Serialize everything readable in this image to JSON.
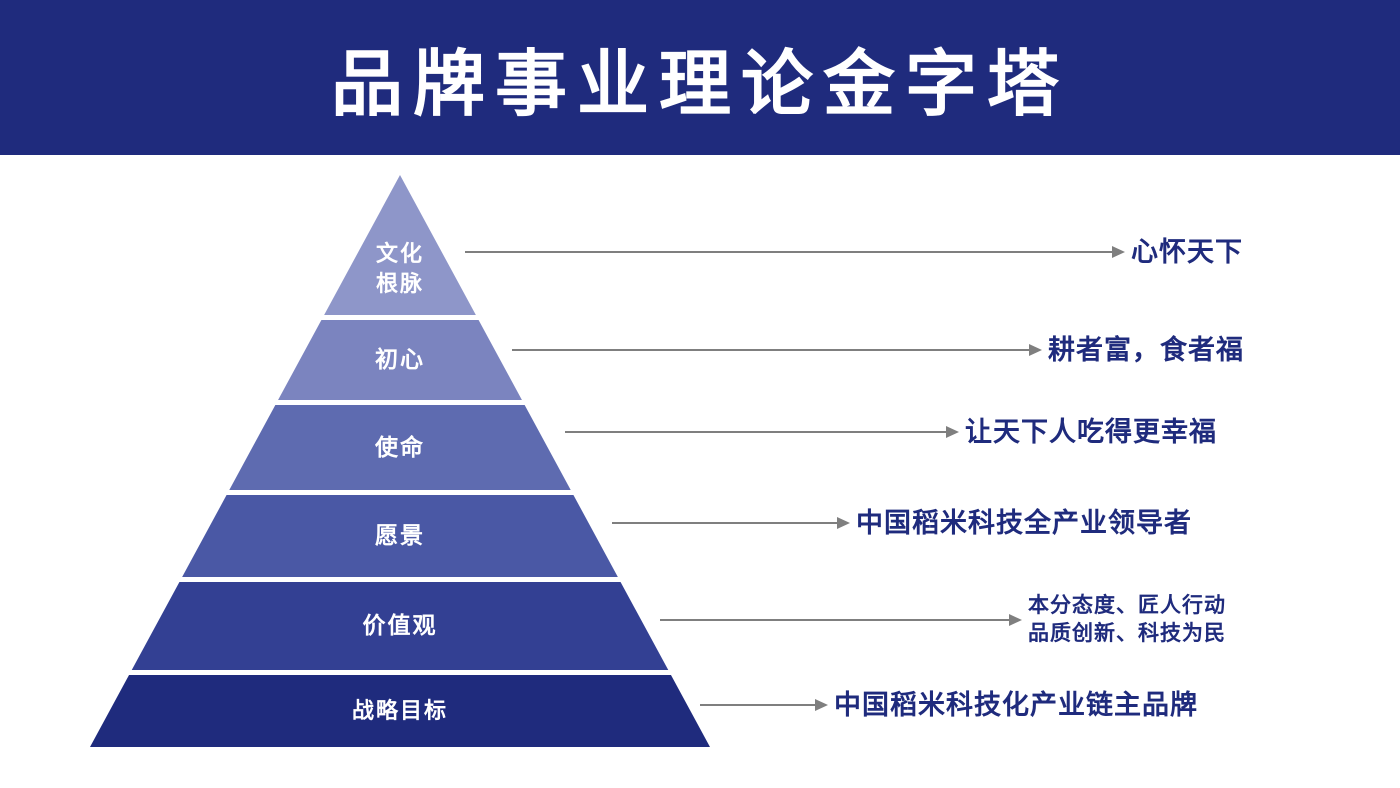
{
  "header": {
    "title": "品牌事业理论金字塔",
    "bg_color": "#1f2b7d"
  },
  "pyramid": {
    "arrow_color": "#7f7f7f",
    "annotation_text_color": "#1f2b7d",
    "levels": [
      {
        "label": "文化\n根脉",
        "color": "#8e96c9",
        "annotation": "心怀天下"
      },
      {
        "label": "初心",
        "color": "#7b84bf",
        "annotation": "耕者富，食者福"
      },
      {
        "label": "使命",
        "color": "#5e6bb0",
        "annotation": "让天下人吃得更幸福"
      },
      {
        "label": "愿景",
        "color": "#4a58a5",
        "annotation": "中国稻米科技全产业领导者"
      },
      {
        "label": "价值观",
        "color": "#334093",
        "annotation": "本分态度、匠人行动\n品质创新、科技为民"
      },
      {
        "label": "战略目标",
        "color": "#1f2b7d",
        "annotation": "中国稻米科技化产业链主品牌"
      }
    ]
  }
}
